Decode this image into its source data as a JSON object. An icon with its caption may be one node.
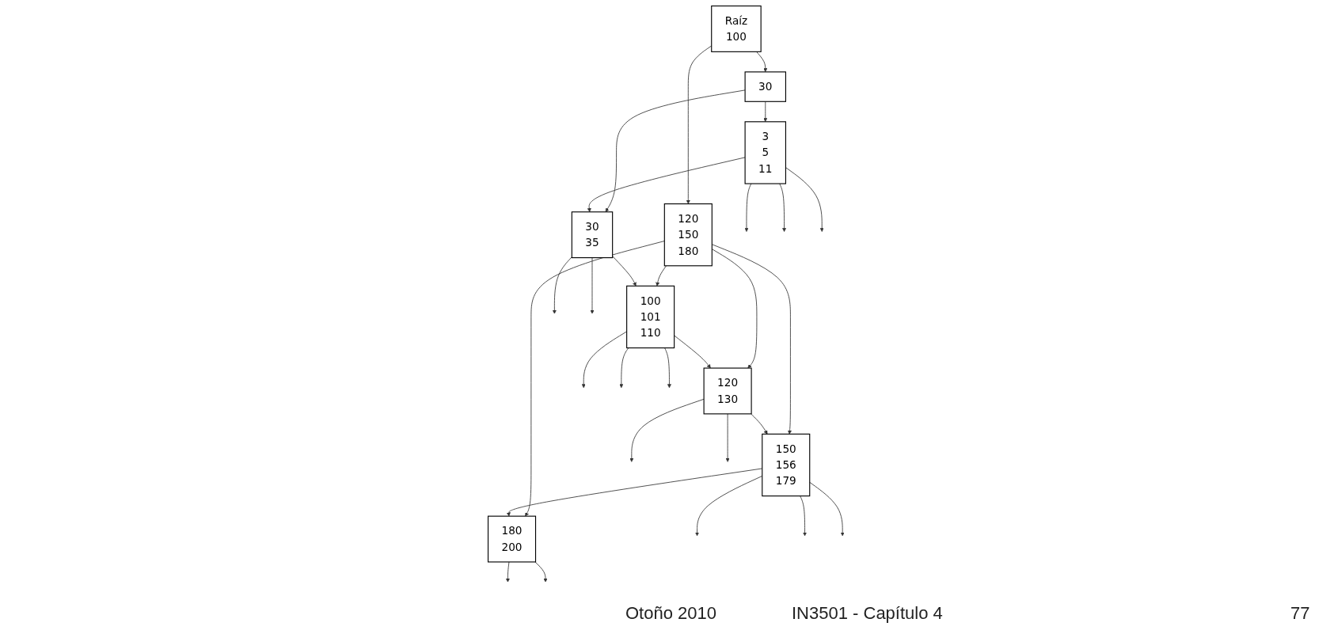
{
  "diagram": {
    "nodes": [
      {
        "text": [
          "Raíz",
          "100"
        ]
      },
      {
        "text": [
          "30"
        ]
      },
      {
        "text": [
          "120",
          "150",
          "180"
        ]
      },
      {
        "text": [
          "3",
          "5",
          "11"
        ]
      },
      {
        "text": [
          "30",
          "35"
        ]
      },
      {
        "text": [
          "100",
          "101",
          "110"
        ]
      },
      {
        "text": [
          "120",
          "130"
        ]
      },
      {
        "text": [
          "150",
          "156",
          "179"
        ]
      },
      {
        "text": [
          "180",
          "200"
        ]
      }
    ],
    "edges": [
      {
        "from": 0,
        "to": 1,
        "arrow": "to"
      },
      {
        "from": 0,
        "to": 2,
        "arrow": "to"
      },
      {
        "from": 1,
        "to": 3,
        "arrow": "to"
      },
      {
        "from": 1,
        "to": 4,
        "arrow": "to"
      },
      {
        "from": 2,
        "to": 5,
        "arrow": "to"
      },
      {
        "from": 2,
        "to": 6,
        "arrow": "to"
      },
      {
        "from": 2,
        "to": 7,
        "arrow": "to"
      },
      {
        "from": 2,
        "to": 8,
        "arrow": "to"
      },
      {
        "from": 3,
        "to": 4,
        "arrow": "to"
      },
      {
        "from": 4,
        "to": 5,
        "arrow": "to"
      },
      {
        "from": 5,
        "to": 6,
        "arrow": "to"
      },
      {
        "from": 6,
        "to": 7,
        "arrow": "to"
      },
      {
        "from": 7,
        "to": 8,
        "arrow": "to"
      },
      {
        "from": 3,
        "to": null,
        "arrow": "to"
      },
      {
        "from": 3,
        "to": null,
        "arrow": "to"
      },
      {
        "from": 3,
        "to": null,
        "arrow": "to"
      },
      {
        "from": 4,
        "to": null,
        "arrow": "to"
      },
      {
        "from": 4,
        "to": null,
        "arrow": "to"
      },
      {
        "from": 5,
        "to": null,
        "arrow": "to"
      },
      {
        "from": 5,
        "to": null,
        "arrow": "to"
      },
      {
        "from": 5,
        "to": null,
        "arrow": "to"
      },
      {
        "from": 6,
        "to": null,
        "arrow": "to"
      },
      {
        "from": 6,
        "to": null,
        "arrow": "to"
      },
      {
        "from": 7,
        "to": null,
        "arrow": "to"
      },
      {
        "from": 7,
        "to": null,
        "arrow": "to"
      },
      {
        "from": 7,
        "to": null,
        "arrow": "to"
      },
      {
        "from": 8,
        "to": null,
        "arrow": "to"
      },
      {
        "from": 8,
        "to": null,
        "arrow": "to"
      }
    ],
    "labels": [
      "Otoño 2010",
      "IN3501 - Capítulo 4",
      "77"
    ]
  }
}
